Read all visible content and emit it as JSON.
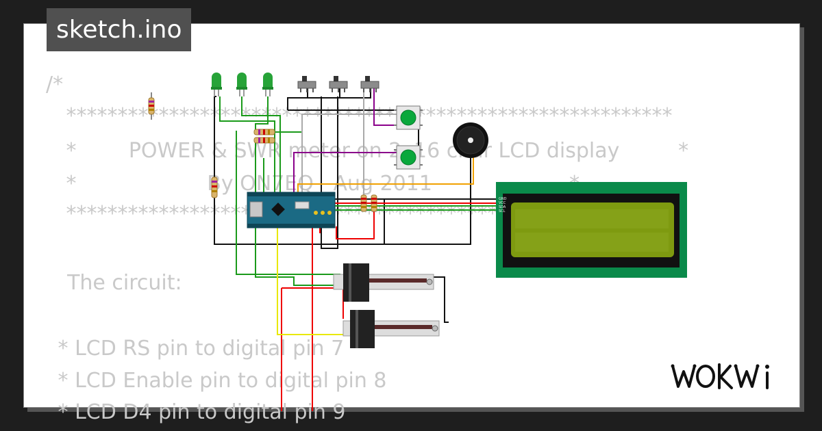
{
  "badge": {
    "title": "sketch.ino"
  },
  "code_lines": [
    "/*",
    " ***********************************************************",
    " *        POWER & SWR meter on 2x16 char LCD display         *",
    " *                    By ON7EQ   Aug 2011                     *",
    " ***********************************************************",
    "",
    "  The circuit:",
    "",
    " * LCD RS pin to digital pin 7",
    " * LCD Enable pin to digital pin 8",
    " * LCD D4 pin to digital pin 9"
  ],
  "lcd_pins": [
    "GND",
    "VCC",
    "SDA",
    "SCL"
  ],
  "logo": {
    "text": "WOKWi"
  },
  "colors": {
    "background": "#1e1e1e",
    "badge_bg": "#505050",
    "code_text": "#c9c9c9",
    "lcd_board": "#0a8a4a",
    "lcd_screen": "#7e9a10",
    "arduino": "#1b6a84",
    "led": "#27a338",
    "button": "#0aa83c",
    "wire_red": "#e00000",
    "wire_green": "#1a9a1a",
    "wire_black": "#111111",
    "wire_yellow": "#e8e800",
    "wire_purple": "#8a008a",
    "wire_orange": "#f0a000"
  }
}
